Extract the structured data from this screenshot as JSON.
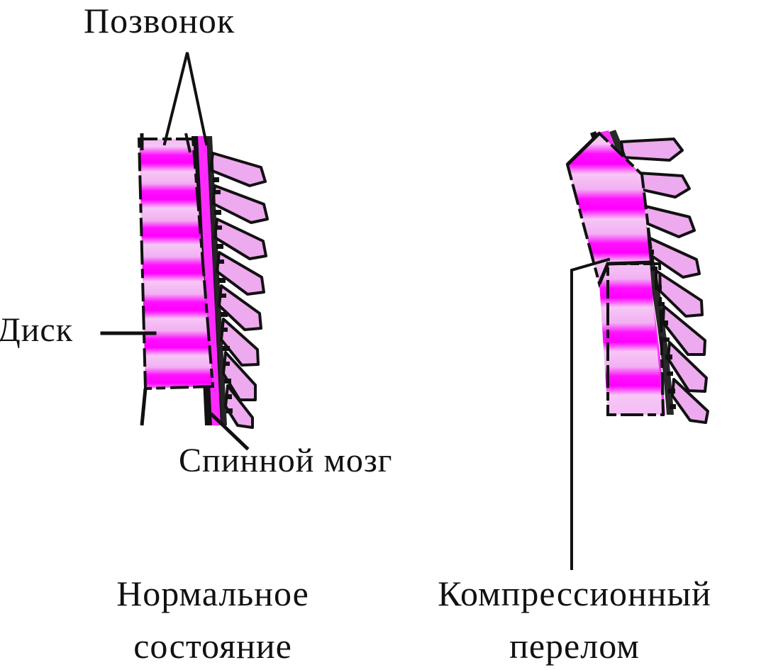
{
  "figure": {
    "title_label": "Позвонок",
    "labels": [
      {
        "id": "vertebra",
        "text": "Позвонок"
      },
      {
        "id": "disc",
        "text": "Диск"
      },
      {
        "id": "spinal_cord",
        "text": "Спинной мозг"
      }
    ],
    "captions": {
      "left": {
        "line1": "Нормальное",
        "line2": "состояние"
      },
      "right": {
        "line1": "Компрессионный",
        "line2": "перелом"
      }
    },
    "colors": {
      "background": "#ffffff",
      "vertebra_body": "#efa6ef",
      "disc": "#ff00ff",
      "outline": "#111111",
      "text": "#111111",
      "process": "#eeaaee"
    },
    "panels": [
      {
        "id": "normal-spine",
        "caption": "Нормальное состояние",
        "vertebra_count": 8,
        "disc_count": 7,
        "spinous_process_count": 8,
        "curvature": "straight"
      },
      {
        "id": "compression-fracture-spine",
        "caption": "Компрессионный перелом",
        "vertebra_count": 8,
        "disc_count": 7,
        "spinous_process_count": 8,
        "curvature": "kyphotic-angulated",
        "fracture_vertebra_index": 4,
        "fracture_shape": "wedge"
      }
    ],
    "leaders": [
      {
        "id": "vertebra-pointer",
        "from": "label Позвонок",
        "to": "vertebral body, left spine"
      },
      {
        "id": "disc-pointer",
        "from": "label Диск",
        "to": "intervertebral disc, left spine"
      },
      {
        "id": "cord-pointer",
        "from": "label Спинной мозг",
        "to": "spinal canal, left spine"
      },
      {
        "id": "fracture-pointer",
        "from": "caption Компрессионный перелом",
        "to": "wedged vertebra, right spine"
      }
    ]
  }
}
